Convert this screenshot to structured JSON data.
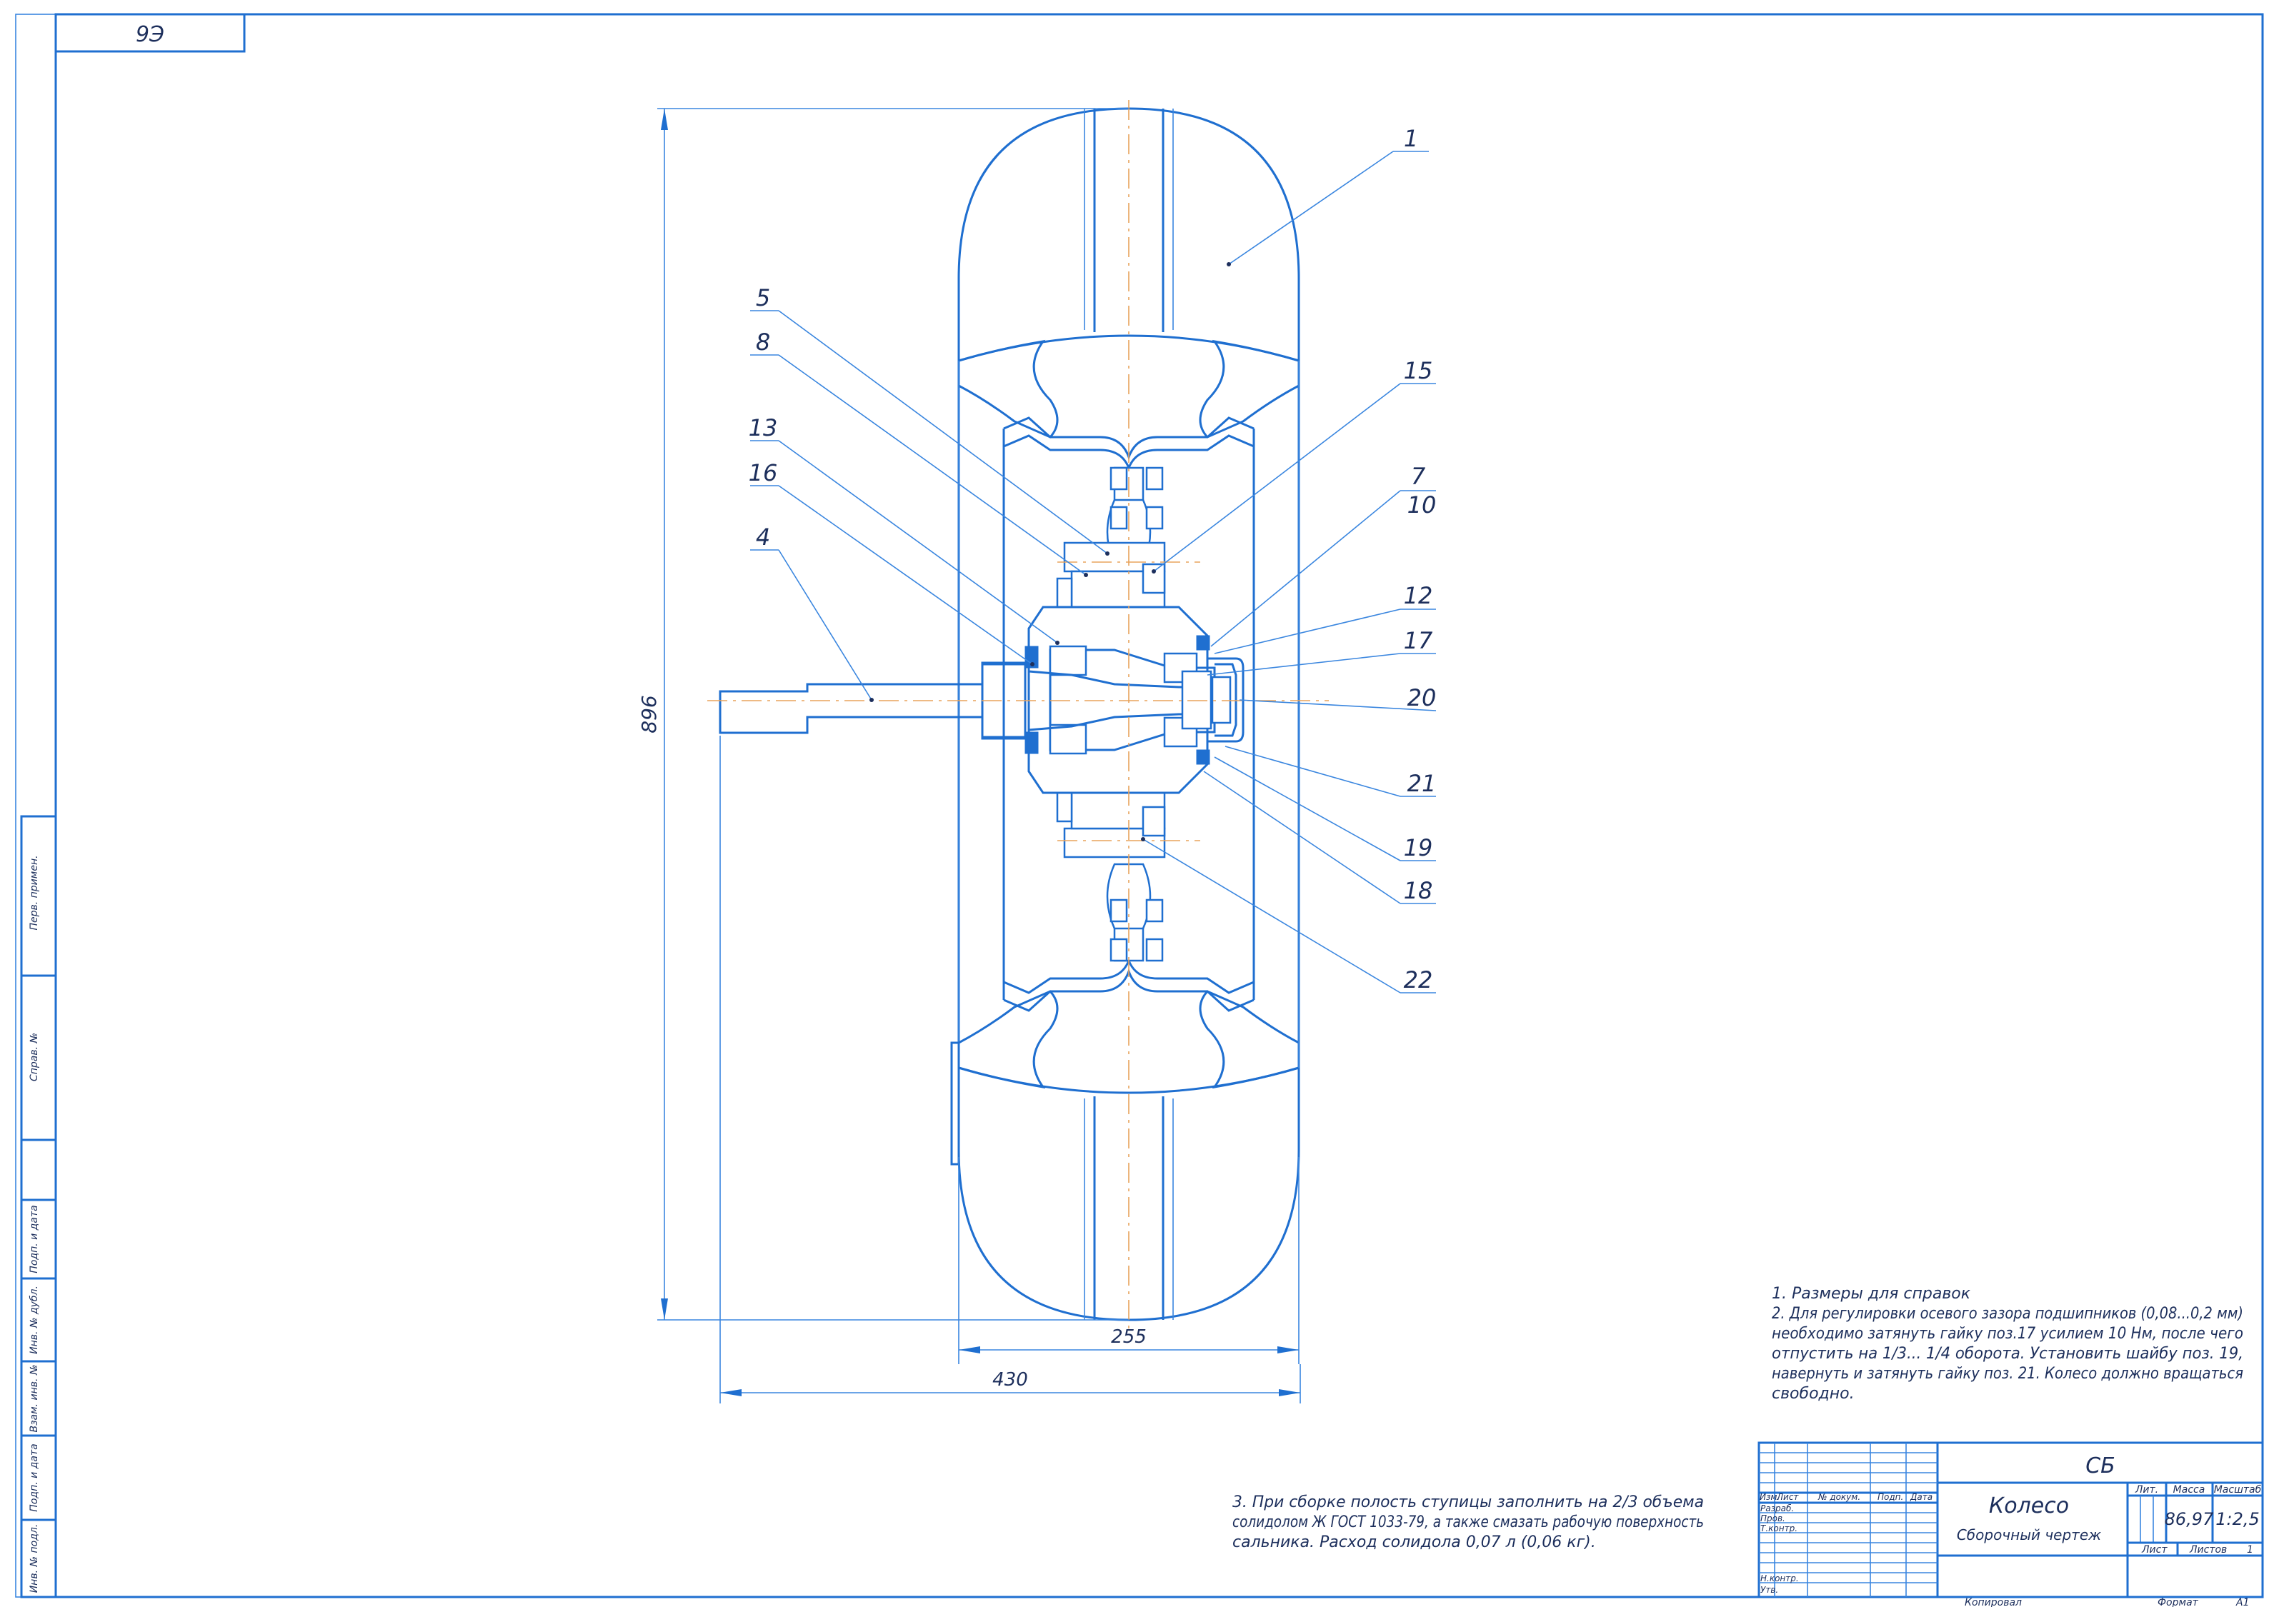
{
  "corner_code": "9Э",
  "side_stamps": [
    "Перв. примен.",
    "Справ. №",
    "Подп. и дата",
    "Инв. № дубл.",
    "Взам. инв. №",
    "Подп. и дата",
    "Инв. № подл."
  ],
  "dimensions": {
    "height": "896",
    "rim_width": "255",
    "overall_width": "430"
  },
  "callouts": [
    "1",
    "5",
    "8",
    "15",
    "13",
    "16",
    "7",
    "10",
    "4",
    "12",
    "17",
    "20",
    "21",
    "19",
    "18",
    "22"
  ],
  "notes": [
    "1. Размеры для справок",
    "2. Для регулировки осевого зазора подшипников (0,08...0,2 мм)",
    "необходимо затянуть гайку поз.17 усилием 10 Нм, после чего",
    "отпустить на 1/3... 1/4 оборота. Установить шайбу поз. 19,",
    "навернуть и затянуть гайку поз. 21. Колесо должно вращаться",
    "свободно."
  ],
  "note3": [
    "3. При сборке полость ступицы заполнить на 2/3 объема",
    "солидолом Ж ГОСТ 1033-79, а также смазать рабочую поверхность",
    "сальника. Расход солидола 0,07 л (0,06 кг)."
  ],
  "title_block": {
    "doc_code": "СБ",
    "name": "Колесо",
    "doc_type": "Сборочный чертеж",
    "col_lit": "Лит.",
    "col_mass": "Масса",
    "col_scale": "Масштаб",
    "mass": "86,97",
    "scale": "1:2,5",
    "sheet": "Лист",
    "sheets": "Листов",
    "sheets_count": "1",
    "hdr_izm": "Изм.",
    "hdr_list": "Лист",
    "hdr_docnum": "№ докум.",
    "hdr_sign": "Подп.",
    "hdr_date": "Дата",
    "role_razrab": "Разраб.",
    "role_prov": "Пров.",
    "role_tkontr": "Т.контр.",
    "role_nkontr": "Н.контр.",
    "role_utv": "Утв.",
    "copied": "Копировал",
    "format": "Формат",
    "format_value": "А1"
  }
}
